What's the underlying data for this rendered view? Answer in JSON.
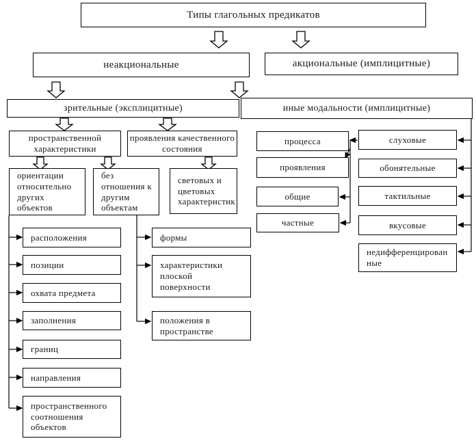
{
  "diagram": {
    "title": "Типы глагольных предикатов",
    "level2": {
      "left": "неакциональные",
      "right": "акциональные (имплицитные)"
    },
    "level3": {
      "left": "зрительные (эксплицитные)",
      "right": "иные модальности (имплицитные)"
    },
    "level4": {
      "spatial": "пространственной\nхарактеристики",
      "quality": "проявления качественного\nсостояния"
    },
    "level5": {
      "orientation": "ориентации\nотносительно\nдругих\nобъектов",
      "no_relation": "без\nотношения к\nдругим\nобъектам",
      "light_color": "световых и\nцветовых\nхарактеристик"
    },
    "left_list": [
      "расположения",
      "позиции",
      "охвата предмета",
      "заполнения",
      "границ",
      "направления",
      "пространственного\nсоотношения\nобъектов"
    ],
    "middle_list": [
      "формы",
      "характеристики\nплоской\nповерхности",
      "положения в\nпространстве"
    ],
    "right_general": [
      "процесса",
      "проявления",
      "общие",
      "частные"
    ],
    "right_modalities": [
      "слуховые",
      "обонятельные",
      "тактильные",
      "вкусовые",
      "недифференцирован\nные"
    ],
    "colors": {
      "border": "#000000",
      "background": "#ffffff",
      "text": "#1a1a1a"
    }
  }
}
